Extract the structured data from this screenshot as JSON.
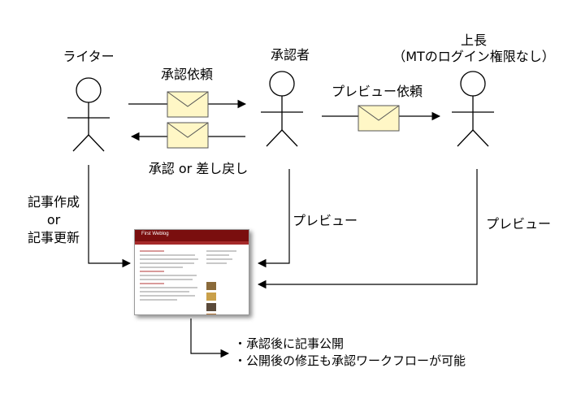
{
  "actors": {
    "writer": "ライター",
    "approver": "承認者",
    "boss_line1": "上長",
    "boss_line2": "（MTのログイン権限なし）"
  },
  "messages": {
    "approval_request": "承認依頼",
    "approve_or_return": "承認 or 差し戻し",
    "preview_request": "プレビュー依頼",
    "preview_approver": "プレビュー",
    "preview_boss": "プレビュー",
    "writer_action_line1": "記事作成",
    "writer_action_line2": "or",
    "writer_action_line3": "記事更新"
  },
  "blog_thumbnail": {
    "title": "First Weblog"
  },
  "notes": [
    "・承認後に記事公開",
    "・公開後の修正も承認ワークフローが可能"
  ],
  "colors": {
    "envelope_fill": "#fff7c6",
    "envelope_stroke": "#555555",
    "thumbnail_header": "#7a0e0e"
  }
}
